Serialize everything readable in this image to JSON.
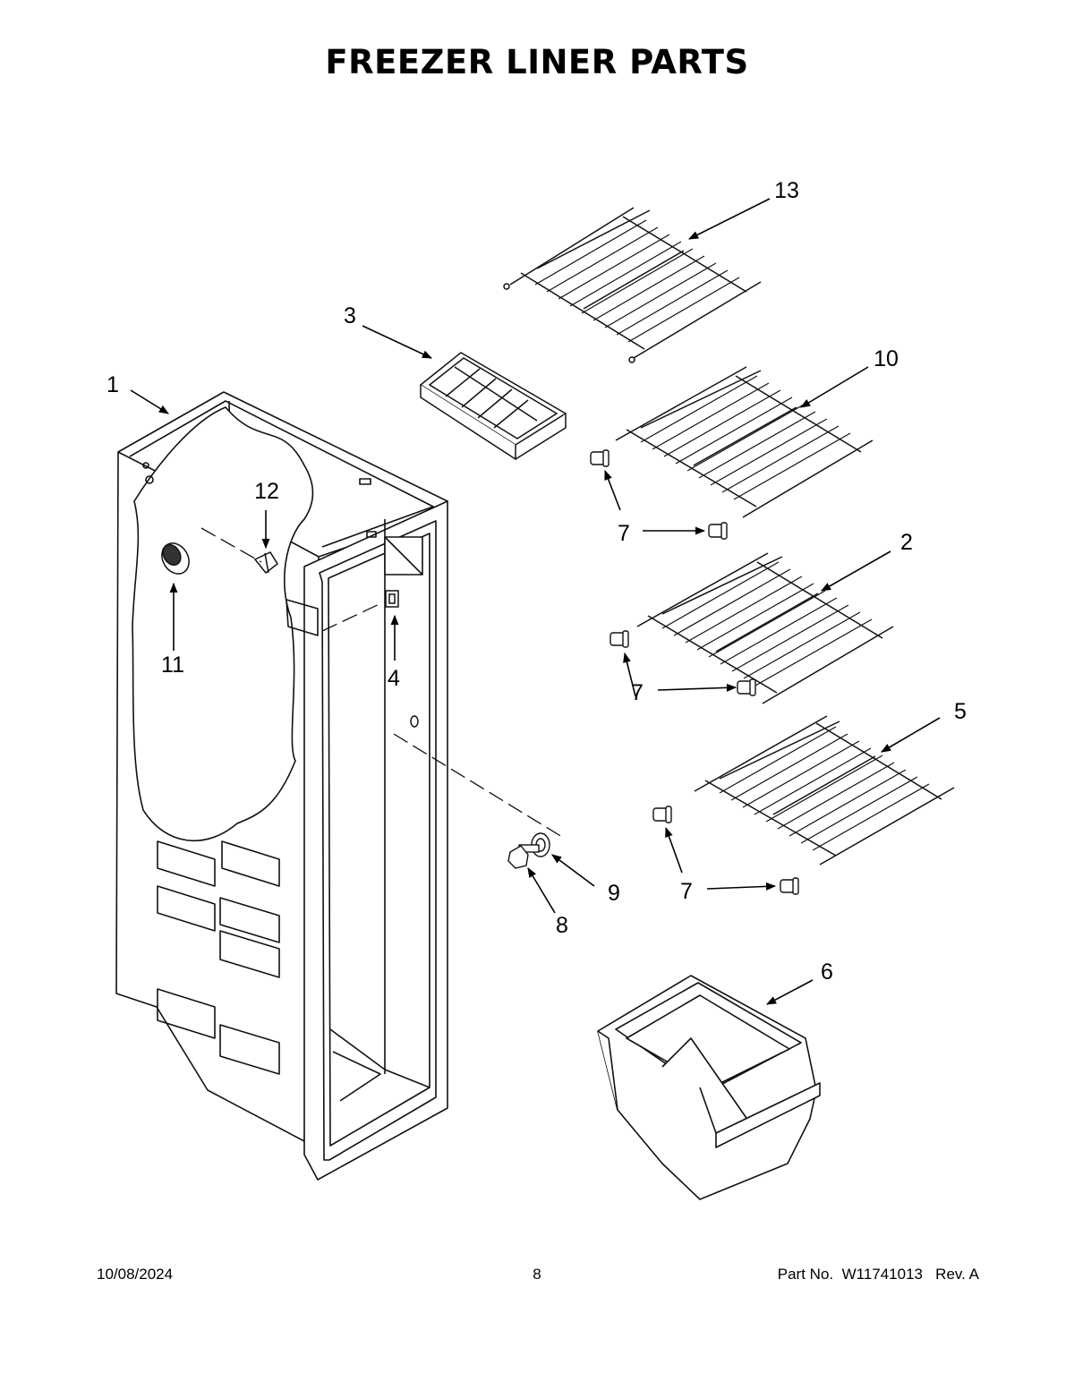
{
  "page": {
    "title": "FREEZER LINER PARTS",
    "footer": {
      "date": "10/08/2024",
      "page_number": "8",
      "part_label": "Part No.",
      "part_number": "W11741013",
      "revision": "Rev.  A"
    }
  },
  "callouts": {
    "c1": "1",
    "c2": "2",
    "c3": "3",
    "c4": "4",
    "c5": "5",
    "c6": "6",
    "c7a": "7",
    "c7b": "7",
    "c7c": "7",
    "c8": "8",
    "c9": "9",
    "c10": "10",
    "c11": "11",
    "c12": "12",
    "c13": "13"
  }
}
